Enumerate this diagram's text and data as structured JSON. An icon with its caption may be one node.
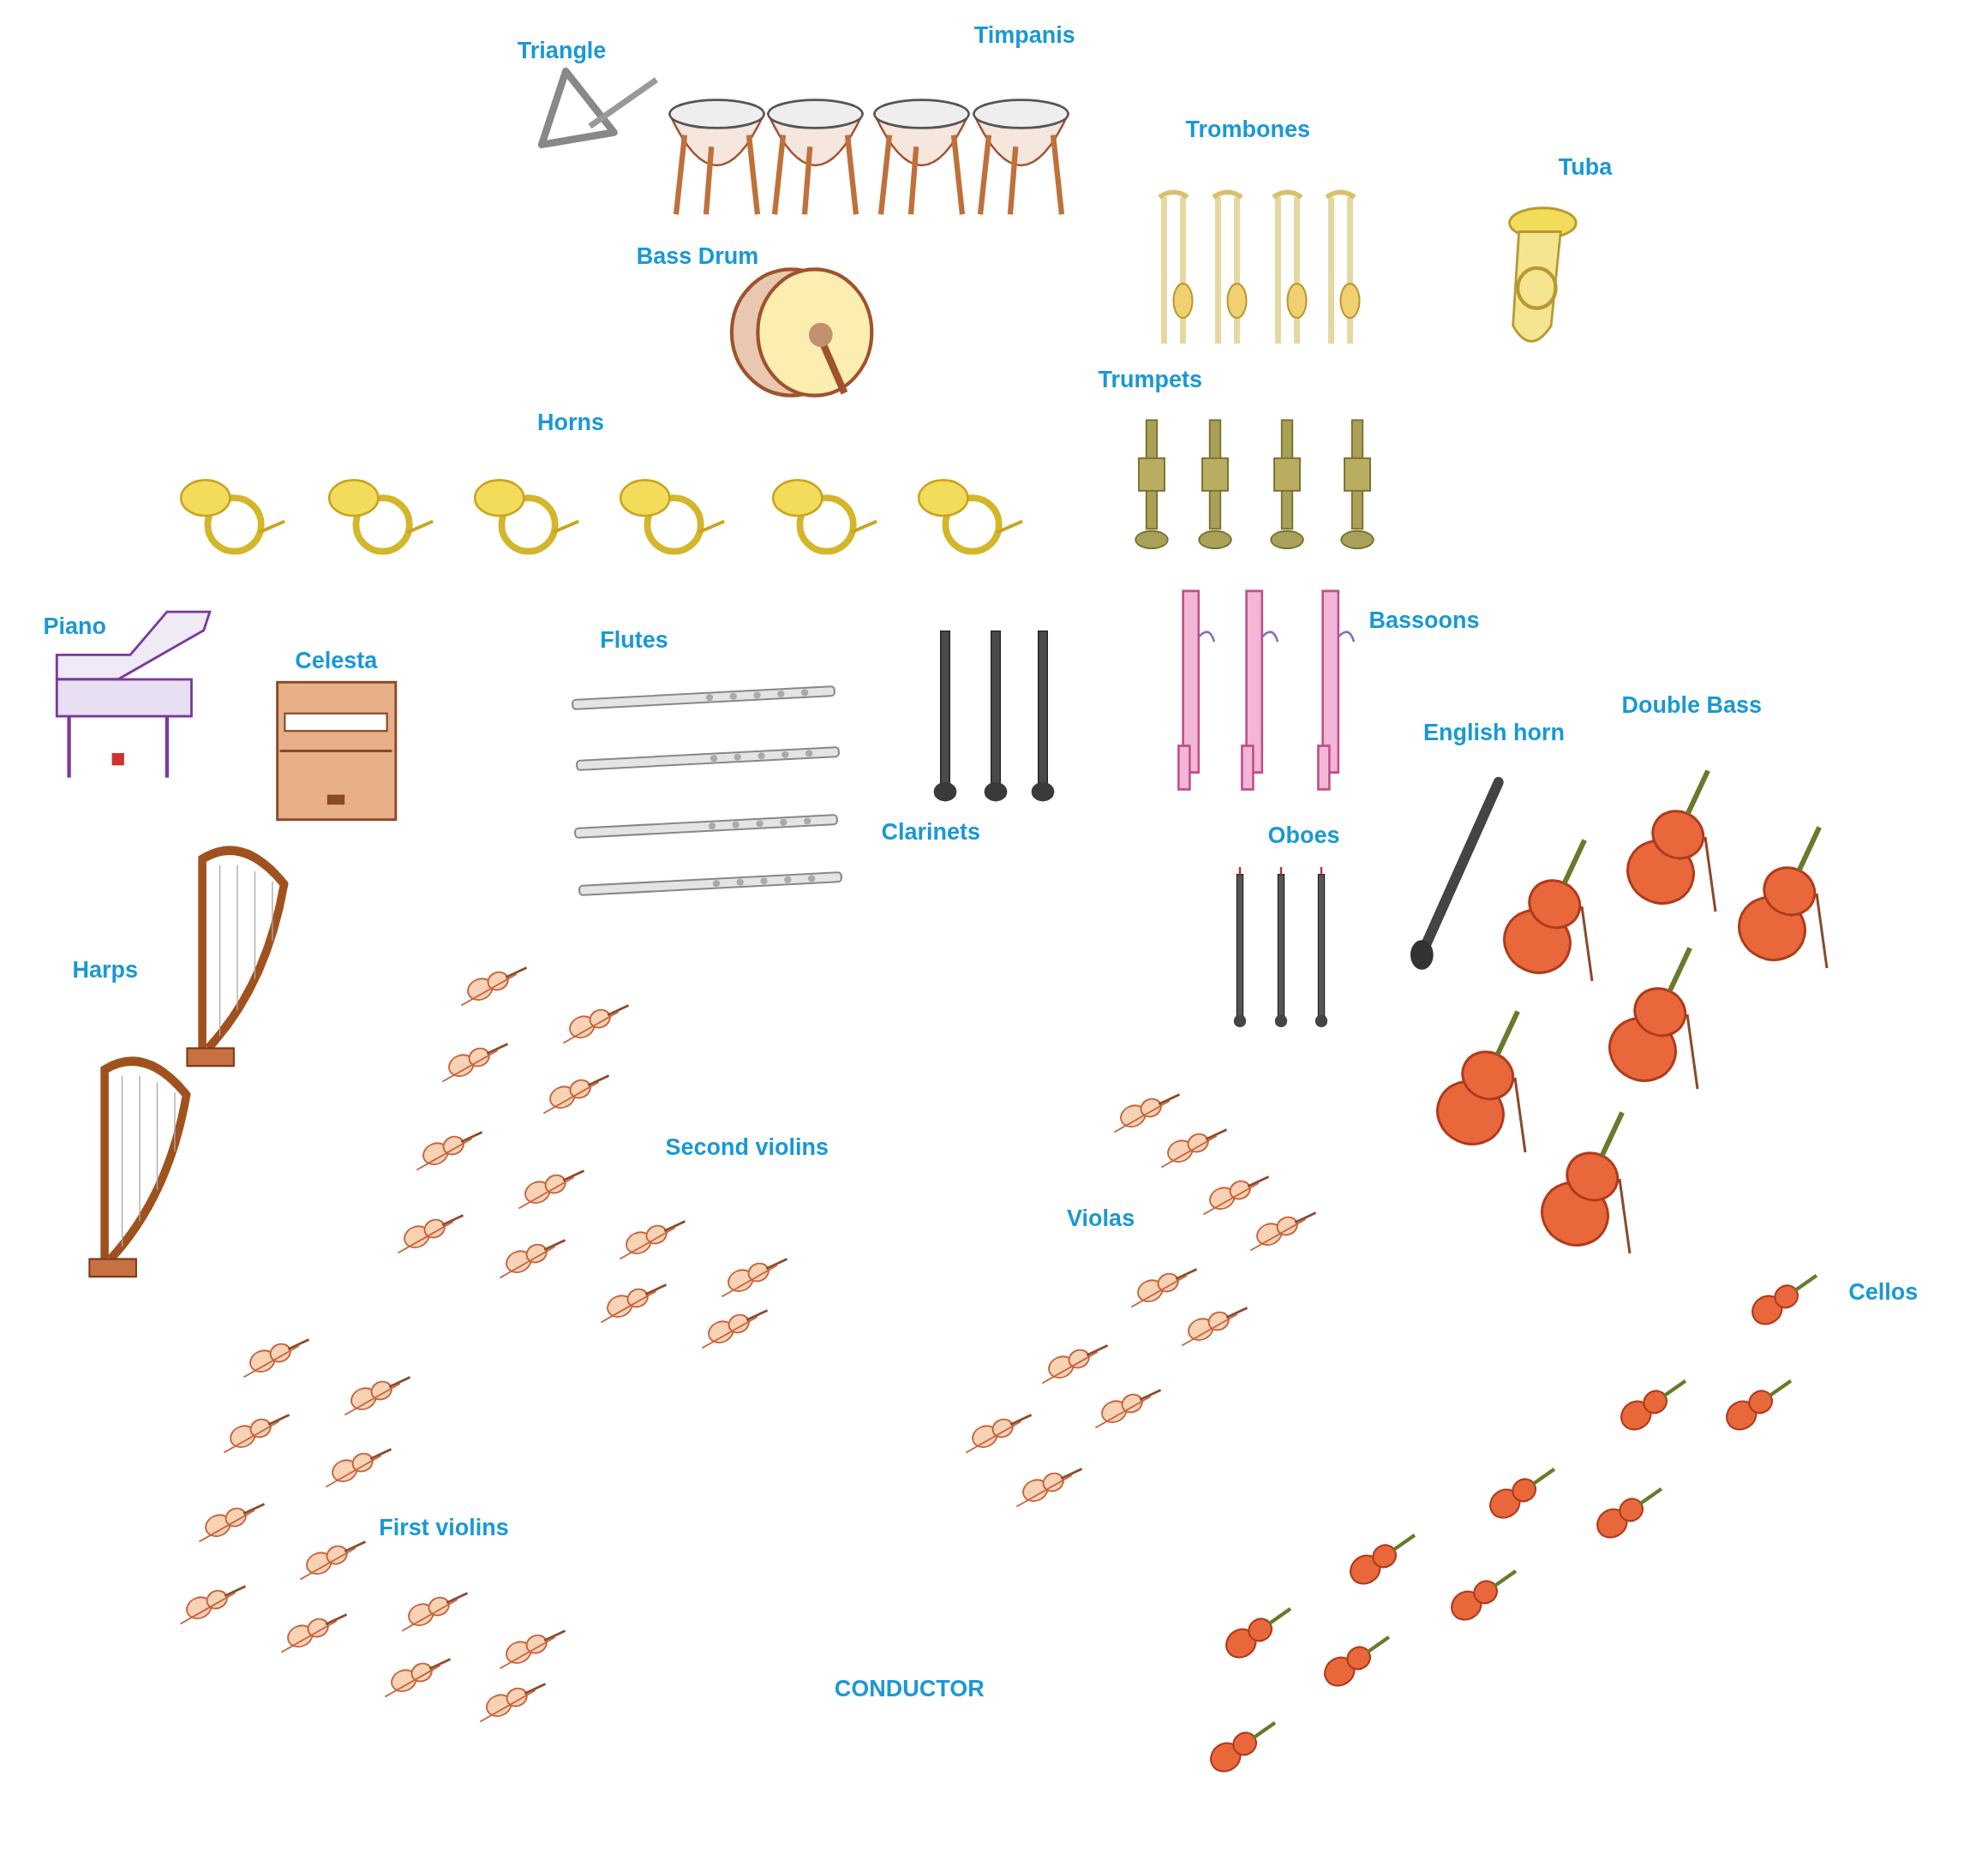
{
  "diagram": {
    "labels": [
      "Triangle",
      "Timpanis",
      "Trombones",
      "Tuba",
      "Bass Drum",
      "Trumpets",
      "Horns",
      "Piano",
      "Bassoons",
      "Celesta",
      "Flutes",
      "Double Bass",
      "English horn",
      "Clarinets",
      "Oboes",
      "Harps",
      "Second violins",
      "Violas",
      "Cellos",
      "First violins",
      "CONDUCTOR"
    ]
  }
}
